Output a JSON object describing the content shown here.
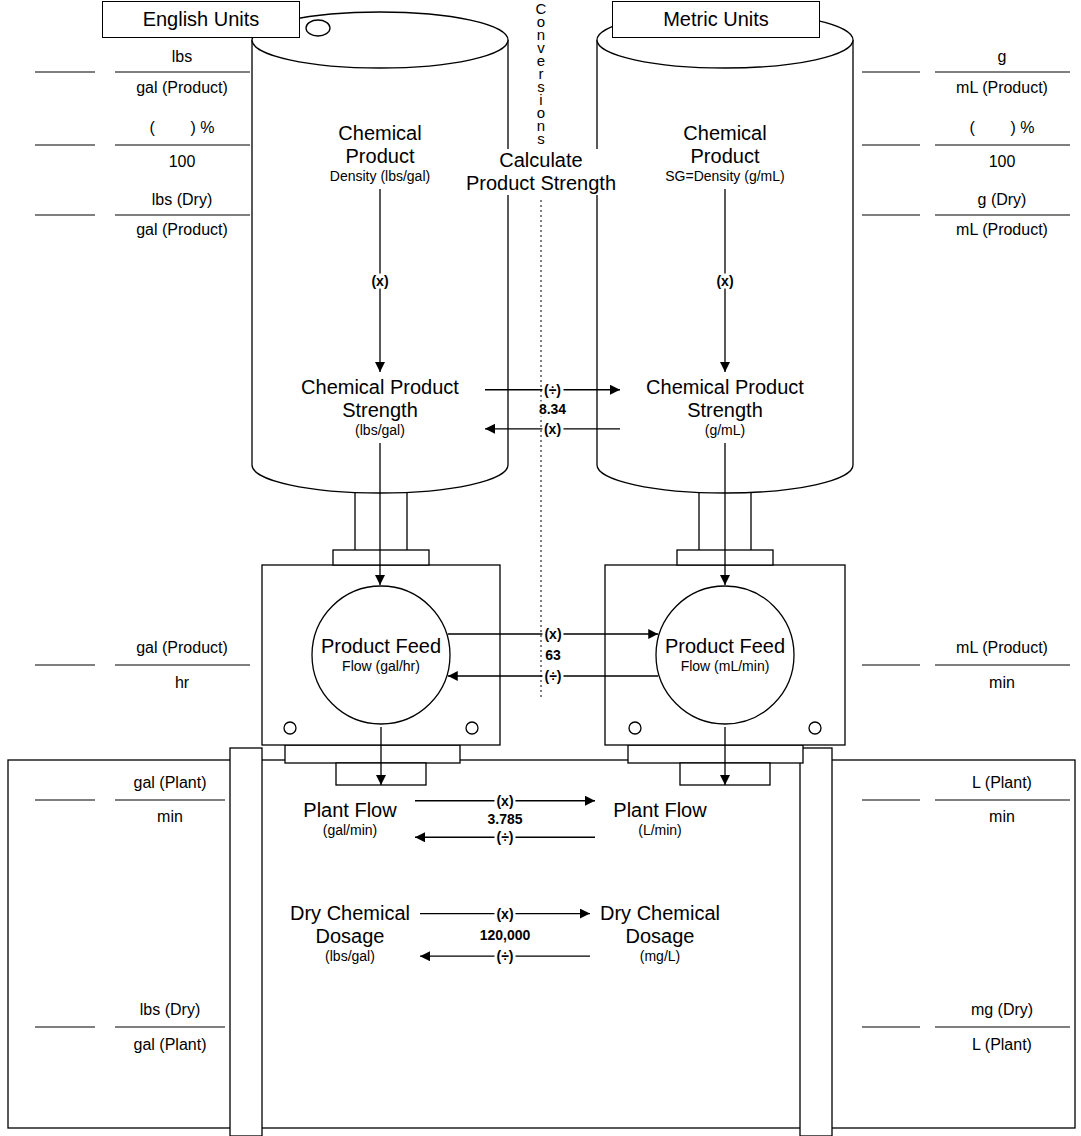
{
  "diagram": {
    "nodes": [
      {
        "text": [
          "English Units"
        ]
      },
      {
        "text": [
          "Metric Units"
        ]
      },
      {
        "text": [
          "Chemical Product",
          "Density (lbs/gal)"
        ]
      },
      {
        "text": [
          "Chemical Product",
          "SG=Density (g/mL)"
        ]
      },
      {
        "text": [
          "Chemical Product Strength",
          "(lbs/gal)"
        ]
      },
      {
        "text": [
          "Chemical Product Strength",
          "(g/mL)"
        ]
      },
      {
        "text": [
          "Product Feed",
          "Flow (gal/hr)"
        ]
      },
      {
        "text": [
          "Product Feed",
          "Flow (mL/min)"
        ]
      },
      {
        "text": [
          "Plant Flow",
          "(gal/min)"
        ]
      },
      {
        "text": [
          "Plant Flow",
          "(L/min)"
        ]
      },
      {
        "text": [
          "Dry Chemical Dosage",
          "(lbs/gal)"
        ]
      },
      {
        "text": [
          "Dry Chemical Dosage",
          "(mg/L)"
        ]
      }
    ],
    "edges": [
      {
        "from": 2,
        "to": 4,
        "label": "(x)",
        "arrow": "to"
      },
      {
        "from": 3,
        "to": 5,
        "label": "(x)",
        "arrow": "to"
      },
      {
        "from": 4,
        "to": 5,
        "label": "(÷)",
        "arrow": "to"
      },
      {
        "from": 5,
        "to": 4,
        "label": "(x)",
        "arrow": "to"
      },
      {
        "from": 4,
        "to": 6,
        "arrow": "to"
      },
      {
        "from": 5,
        "to": 7,
        "arrow": "to"
      },
      {
        "from": 6,
        "to": 7,
        "label": "(x)",
        "arrow": "to"
      },
      {
        "from": 7,
        "to": 6,
        "label": "(÷)",
        "arrow": "to"
      },
      {
        "from": 8,
        "to": 9,
        "label": "(x)",
        "arrow": "to"
      },
      {
        "from": 9,
        "to": 8,
        "label": "(÷)",
        "arrow": "to"
      },
      {
        "from": 10,
        "to": 11,
        "label": "(x)",
        "arrow": "to"
      },
      {
        "from": 11,
        "to": 10,
        "label": "(÷)",
        "arrow": "to"
      }
    ],
    "labels": [
      "Conversions",
      "Calculate Product Strength",
      "8.34",
      "63",
      "3.785",
      "120,000",
      "lbs",
      "gal (Product)",
      "(        ) %",
      "100",
      "lbs (Dry)",
      "gal (Product)",
      "gal (Product)",
      "hr",
      "gal (Plant)",
      "min",
      "lbs (Dry)",
      "gal (Plant)",
      "g",
      "mL (Product)",
      "(        ) %",
      "100",
      "g (Dry)",
      "mL (Product)",
      "mL (Product)",
      "min",
      "L (Plant)",
      "min",
      "mg (Dry)",
      "L (Plant)"
    ]
  }
}
